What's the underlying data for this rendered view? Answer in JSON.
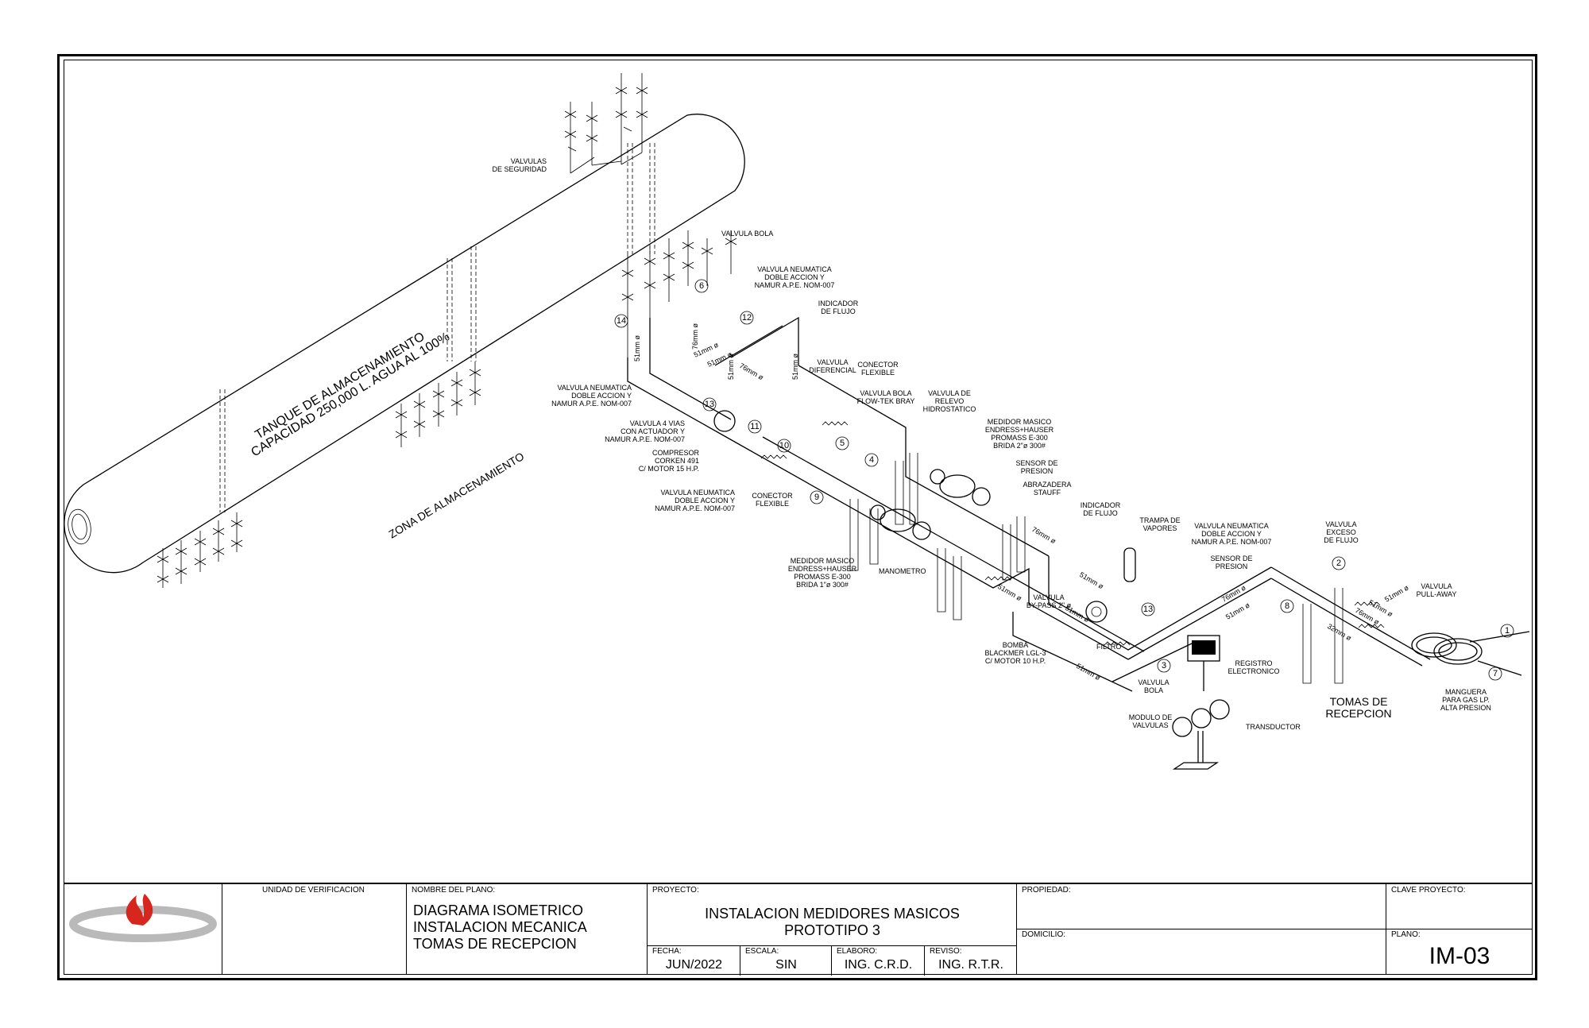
{
  "callouts": {
    "valvulas_seguridad": [
      "VALVULAS",
      "DE SEGURIDAD"
    ],
    "valvula_bola_top": "VALVULA BOLA",
    "valvula_neumatica_12": [
      "VALVULA NEUMATICA",
      "DOBLE ACCION Y",
      "NAMUR A.P.E. NOM-007"
    ],
    "indicador_flujo_top": [
      "INDICADOR",
      "DE FLUJO"
    ],
    "valvula_diferencial": [
      "VALVULA",
      "DIFERENCIAL"
    ],
    "conector_flexible_top": [
      "CONECTOR",
      "FLEXIBLE"
    ],
    "valvula_bola_flowtek": [
      "VALVULA BOLA",
      "FLOW-TEK BRAY"
    ],
    "valvula_relevo": [
      "VALVULA DE",
      "RELEVO",
      "HIDROSTATICO"
    ],
    "valvula_neumatica_13": [
      "VALVULA NEUMATICA",
      "DOBLE ACCION Y",
      "NAMUR A.P.E. NOM-007"
    ],
    "valvula_4_vias": [
      "VALVULA 4 VIAS",
      "CON ACTUADOR Y",
      "NAMUR A.P.E. NOM-007"
    ],
    "compresor": [
      "COMPRESOR",
      "CORKEN 491",
      "C/ MOTOR 15 H.P."
    ],
    "valvula_neumatica_11": [
      "VALVULA NEUMATICA",
      "DOBLE ACCION Y",
      "NAMUR A.P.E. NOM-007"
    ],
    "conector_flexible_mid": [
      "CONECTOR",
      "FLEXIBLE"
    ],
    "medidor_masico_2": [
      "MEDIDOR MASICO",
      "ENDRESS+HAUSER",
      "PROMASS E-300",
      "BRIDA 2\"ø 300#"
    ],
    "sensor_presion_top": [
      "SENSOR DE",
      "PRESION"
    ],
    "abrazadera": [
      "ABRAZADERA",
      "STAUFF"
    ],
    "indicador_flujo_mid": [
      "INDICADOR",
      "DE FLUJO"
    ],
    "trampa_vapores": [
      "TRAMPA DE",
      "VAPORES"
    ],
    "valvula_neumatica_8": [
      "VALVULA NEUMATICA",
      "DOBLE ACCION Y",
      "NAMUR A.P.E. NOM-007"
    ],
    "valvula_exceso": [
      "VALVULA",
      "EXCESO",
      "DE FLUJO"
    ],
    "sensor_presion_right": [
      "SENSOR DE",
      "PRESION"
    ],
    "valvula_pull_away": [
      "VALVULA",
      "PULL-AWAY"
    ],
    "medidor_masico_1": [
      "MEDIDOR MASICO",
      "ENDRESS+HAUSER",
      "PROMASS E-300",
      "BRIDA 1\"ø 300#"
    ],
    "manometro": "MANOMETRO",
    "valvula_bypass": [
      "VALVULA",
      "BY-PASS 2\" ø"
    ],
    "bomba": [
      "BOMBA",
      "BLACKMER LGL-3",
      "C/ MOTOR 10 H.P."
    ],
    "filtro": "FILTRO",
    "valvula_bola_bottom": [
      "VALVULA",
      "BOLA"
    ],
    "registro": [
      "REGISTRO",
      "ELECTRONICO"
    ],
    "modulo_valvulas": [
      "MODULO DE",
      "VALVULAS"
    ],
    "transductor": "TRANSDUCTOR",
    "manguera": [
      "MANGUERA",
      "PARA GAS LP.",
      "ALTA PRESION"
    ],
    "tomas_recepcion": [
      "TOMAS DE",
      "RECEPCION"
    ]
  },
  "tank": {
    "label_line1": "TANQUE DE ALMACENAMIENTO",
    "label_line2": "CAPACIDAD 250,000 L. AGUA AL 100%",
    "zone": "ZONA DE ALMACENAMIENTO"
  },
  "pipe_sizes": {
    "p51_a": "51mm ø",
    "p51_b": "51mm ø",
    "p76_a": "76mm ø",
    "p51_c": "51mm ø",
    "p76_b": "76mm ø",
    "p51_d": "51mm ø",
    "p51_e": "51mm ø",
    "p76_c": "76mm ø",
    "p51_f": "51mm ø",
    "p51_g": "51mm ø",
    "p76_d": "76mm ø",
    "p51_h": "51mm ø",
    "p76_e": "76mm ø",
    "p51_i": "51mm ø",
    "p51_j": "51mm ø",
    "p32": "32mm ø",
    "p51_k": "51mm ø",
    "p51_l": "51mm ø"
  },
  "markers": [
    "1",
    "2",
    "3",
    "4",
    "5",
    "6",
    "7",
    "8",
    "9",
    "10",
    "11",
    "12",
    "13",
    "13",
    "14"
  ],
  "title_block": {
    "unidad_caption": "UNIDAD DE VERIFICACION",
    "nombre_caption": "NOMBRE DEL PLANO:",
    "nombre_lines": [
      "DIAGRAMA ISOMETRICO",
      "INSTALACION MECANICA",
      "TOMAS DE RECEPCION"
    ],
    "proyecto_caption": "PROYECTO:",
    "proyecto_lines": [
      "INSTALACION MEDIDORES MASICOS",
      "PROTOTIPO 3"
    ],
    "fecha_caption": "FECHA:",
    "fecha": "JUN/2022",
    "escala_caption": "ESCALA:",
    "escala": "SIN",
    "elaboro_caption": "ELABORO:",
    "elaboro": "ING. C.R.D.",
    "reviso_caption": "REVISO:",
    "reviso": "ING. R.T.R.",
    "propiedad_caption": "PROPIEDAD:",
    "domicilio_caption": "DOMICILIO:",
    "clave_caption": "CLAVE PROYECTO:",
    "plano_caption": "PLANO:",
    "plano": "IM-03"
  },
  "colors": {
    "logo_flame": "#d7261e",
    "logo_gear": "#b9b9b9"
  }
}
